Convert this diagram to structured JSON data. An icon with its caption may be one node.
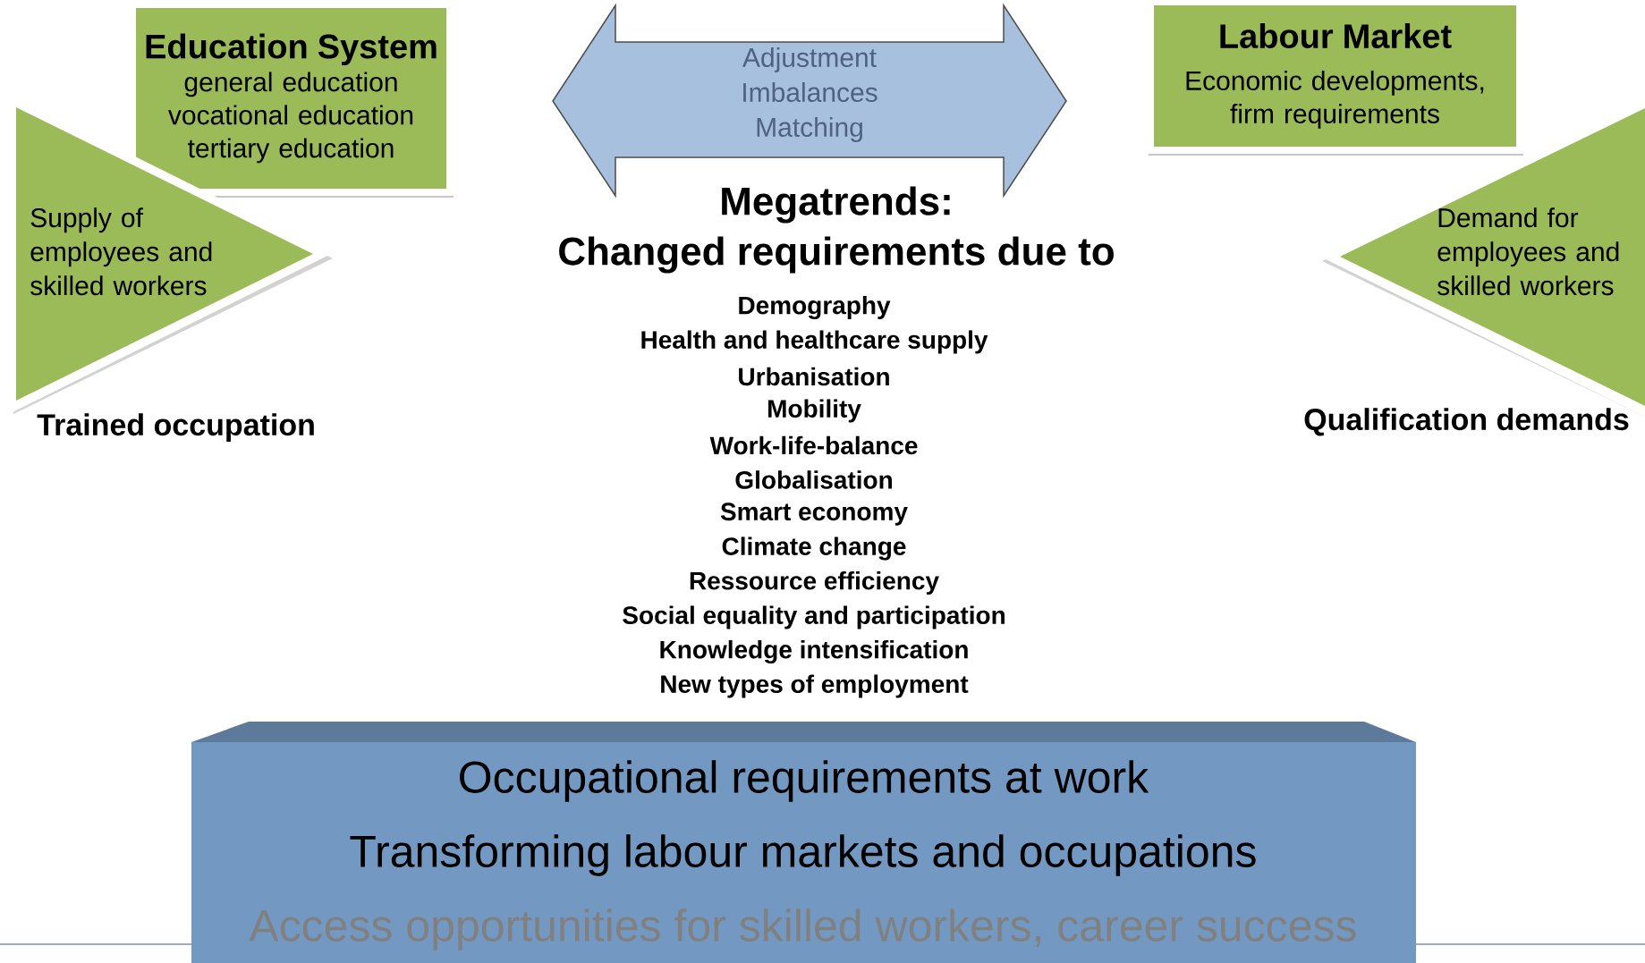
{
  "diagram": {
    "nodes": [
      {
        "text": [
          "Education System",
          "general education",
          "vocational education",
          "tertiary education"
        ]
      },
      {
        "text": [
          "Adjustment",
          "Imbalances",
          "Matching"
        ]
      },
      {
        "text": [
          "Labour Market",
          "Economic developments, firm requirements"
        ]
      },
      {
        "text": [
          "Supply of employees and skilled workers"
        ],
        "beside": [
          "Trained occupation"
        ]
      },
      {
        "text": [
          "Demand for employees and skilled workers"
        ],
        "beside": [
          "Qualification demands"
        ]
      },
      {
        "text": [
          "Occupational requirements at work",
          "Transforming labour markets and occupations",
          "Access opportunities for skilled workers, career success"
        ]
      }
    ],
    "labels": [
      "Megatrends:",
      "Changed requirements due to",
      "Demography",
      "Health and healthcare supply",
      "Urbanisation",
      "Mobility",
      "Work-life-balance",
      "Globalisation",
      "Smart economy",
      "Climate change",
      "Ressource efficiency",
      "Social equality and participation",
      "Knowledge intensification",
      "New types of employment"
    ]
  }
}
